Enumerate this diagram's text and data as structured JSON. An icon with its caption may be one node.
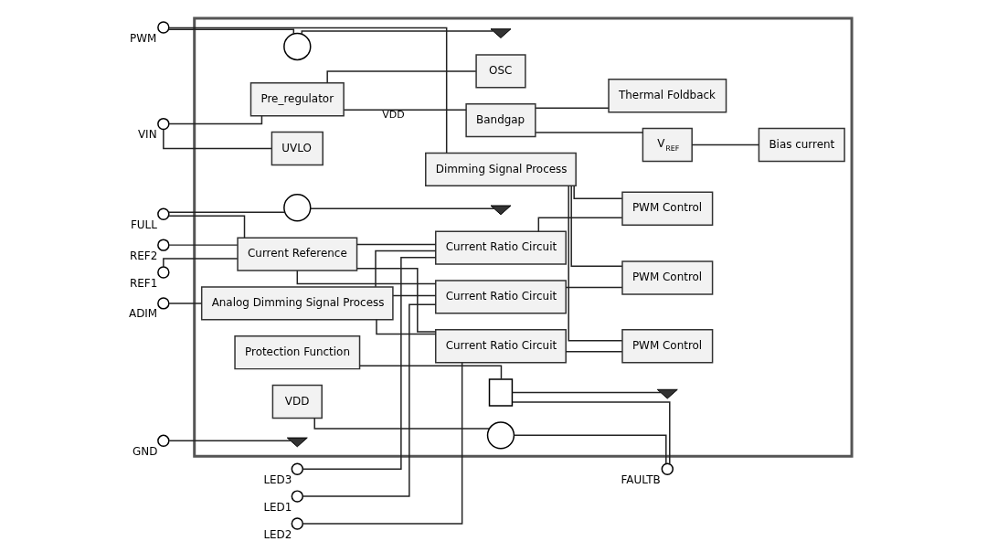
{
  "diagram": {
    "nodes": [
      {
        "text": [],
        "shape": "box"
      },
      {
        "text": [],
        "shape": "circle",
        "beside": [
          "VIN"
        ]
      },
      {
        "text": [],
        "shape": "circle",
        "beside": [
          "FULL"
        ]
      },
      {
        "text": [],
        "shape": "circle",
        "beside": [
          "REF2"
        ]
      },
      {
        "text": [],
        "shape": "circle",
        "beside": [
          "REF1"
        ]
      },
      {
        "text": [],
        "shape": "circle",
        "beside": [
          "ADIM"
        ]
      },
      {
        "text": [],
        "shape": "circle",
        "beside": [
          "PWM"
        ]
      },
      {
        "text": [
          "Pre_regulator"
        ],
        "in": 0
      },
      {
        "text": [
          "UVLO"
        ],
        "in": 0
      },
      {
        "text": [
          "OSC"
        ],
        "in": 0
      },
      {
        "text": [
          "Bandgap"
        ],
        "in": 0
      },
      {
        "text": [
          "Thermal Foldback"
        ],
        "in": 0
      },
      {
        "text": [
          "V$_{REF}$"
        ],
        "in": 0
      },
      {
        "text": [
          "Bias current"
        ],
        "in": 0
      },
      {
        "text": [
          "VDD"
        ],
        "in": 0
      },
      {
        "text": [],
        "shape": "current-source",
        "in": 0
      },
      {
        "text": [],
        "shape": "transistor",
        "in": 0
      },
      {
        "text": [],
        "shape": "ground",
        "in": 0
      },
      {
        "text": [
          "Protection Function"
        ],
        "in": 0
      },
      {
        "text": [],
        "shape": "circle",
        "beside": [
          "FAULTB"
        ]
      },
      {
        "text": [],
        "shape": "current-source",
        "in": 0
      },
      {
        "text": [],
        "shape": "ground",
        "in": 0
      },
      {
        "text": [
          "Current Reference"
        ],
        "in": 0
      },
      {
        "text": [],
        "shape": "circle",
        "beside": [
          "LED1"
        ]
      },
      {
        "text": [],
        "shape": "circle",
        "beside": [
          "LED2"
        ]
      },
      {
        "text": [],
        "shape": "circle",
        "beside": [
          "LED3"
        ]
      },
      {
        "text": [
          "Analog Dimming Signal Process"
        ],
        "in": 0
      },
      {
        "text": [
          "Current Ratio Circuit"
        ],
        "in": 0
      },
      {
        "text": [
          "Current Ratio Circuit"
        ],
        "in": 0
      },
      {
        "text": [
          "Current Ratio Circuit"
        ],
        "in": 0
      },
      {
        "text": [
          "PWM Control"
        ],
        "in": 0
      },
      {
        "text": [
          "PWM Control"
        ],
        "in": 0
      },
      {
        "text": [
          "PWM Control"
        ],
        "in": 0
      },
      {
        "text": [
          "Dimming Signal Process"
        ],
        "in": 0
      },
      {
        "text": [],
        "shape": "current-source",
        "in": 0
      },
      {
        "text": [],
        "shape": "ground",
        "in": 0
      },
      {
        "text": [],
        "shape": "circle",
        "beside": [
          "GND"
        ]
      },
      {
        "text": [],
        "shape": "ground",
        "in": 0
      }
    ],
    "edges": [
      {
        "from": 1,
        "to": 7,
        "arrow": "none"
      },
      {
        "from": 1,
        "to": 8,
        "arrow": "none"
      },
      {
        "from": 7,
        "to": 9,
        "arrow": "none"
      },
      {
        "from": 7,
        "to": 10,
        "arrow": "none",
        "label": "VDD"
      },
      {
        "from": 10,
        "to": 12,
        "arrow": "none"
      },
      {
        "from": 10,
        "to": 11,
        "arrow": "none"
      },
      {
        "from": 12,
        "to": 13,
        "arrow": "none"
      },
      {
        "from": 14,
        "to": 15,
        "arrow": "none"
      },
      {
        "from": 15,
        "to": 19,
        "arrow": "none"
      },
      {
        "from": 16,
        "to": 19,
        "arrow": "none"
      },
      {
        "from": 18,
        "to": 16,
        "arrow": "none"
      },
      {
        "from": 16,
        "to": 17,
        "arrow": "none"
      },
      {
        "from": 2,
        "to": 20,
        "arrow": "none"
      },
      {
        "from": 20,
        "to": 21,
        "arrow": "none"
      },
      {
        "from": 2,
        "to": 22,
        "arrow": "none"
      },
      {
        "from": 3,
        "to": 22,
        "arrow": "none"
      },
      {
        "from": 4,
        "to": 22,
        "arrow": "none"
      },
      {
        "from": 22,
        "to": 27,
        "arrow": "none"
      },
      {
        "from": 22,
        "to": 28,
        "arrow": "none"
      },
      {
        "from": 22,
        "to": 29,
        "arrow": "none"
      },
      {
        "from": 23,
        "to": 27,
        "arrow": "none"
      },
      {
        "from": 24,
        "to": 28,
        "arrow": "none"
      },
      {
        "from": 25,
        "to": 29,
        "arrow": "none"
      },
      {
        "from": 5,
        "to": 26,
        "arrow": "none"
      },
      {
        "from": 26,
        "to": 27,
        "arrow": "none"
      },
      {
        "from": 26,
        "to": 28,
        "arrow": "none"
      },
      {
        "from": 26,
        "to": 29,
        "arrow": "none"
      },
      {
        "from": 27,
        "to": 30,
        "arrow": "none"
      },
      {
        "from": 28,
        "to": 31,
        "arrow": "none"
      },
      {
        "from": 29,
        "to": 32,
        "arrow": "none"
      },
      {
        "from": 33,
        "to": 30,
        "arrow": "none"
      },
      {
        "from": 33,
        "to": 31,
        "arrow": "none"
      },
      {
        "from": 33,
        "to": 32,
        "arrow": "none"
      },
      {
        "from": 6,
        "to": 33,
        "arrow": "none"
      },
      {
        "from": 6,
        "to": 34,
        "arrow": "none"
      },
      {
        "from": 34,
        "to": 35,
        "arrow": "none"
      },
      {
        "from": 36,
        "to": 37,
        "arrow": "none"
      }
    ]
  }
}
